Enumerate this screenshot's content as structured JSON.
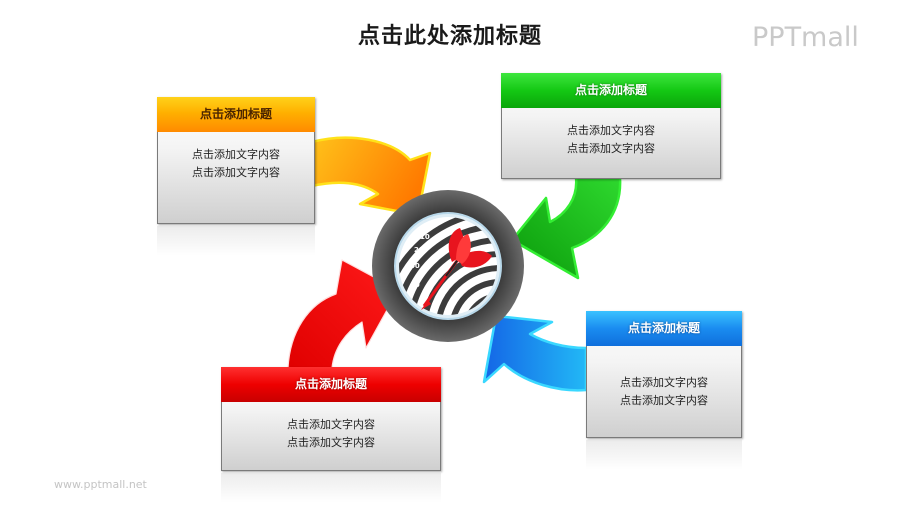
{
  "title": "点击此处添加标题",
  "logo": "PPTmall",
  "footer": "www.pptmall.net",
  "center": {
    "icon": "dartboard-target-icon",
    "ring_color": "#4a4a4a",
    "dart_color": "#e8141e",
    "score_labels": [
      "10",
      "20",
      "40",
      "60"
    ]
  },
  "cards": [
    {
      "id": "orange",
      "title": "点击添加标题",
      "lines": [
        "点击添加文字内容",
        "点击添加文字内容"
      ],
      "color": "#ff9c00",
      "arrow_direction": "to-center-from-top-left"
    },
    {
      "id": "green",
      "title": "点击添加标题",
      "lines": [
        "点击添加文字内容",
        "点击添加文字内容"
      ],
      "color": "#14c814",
      "arrow_direction": "to-center-from-top-right"
    },
    {
      "id": "blue",
      "title": "点击添加标题",
      "lines": [
        "点击添加文字内容",
        "点击添加文字内容"
      ],
      "color": "#1a8cf0",
      "arrow_direction": "to-center-from-bottom-right"
    },
    {
      "id": "red",
      "title": "点击添加标题",
      "lines": [
        "点击添加文字内容",
        "点击添加文字内容"
      ],
      "color": "#ee0000",
      "arrow_direction": "to-center-from-bottom-left"
    }
  ]
}
